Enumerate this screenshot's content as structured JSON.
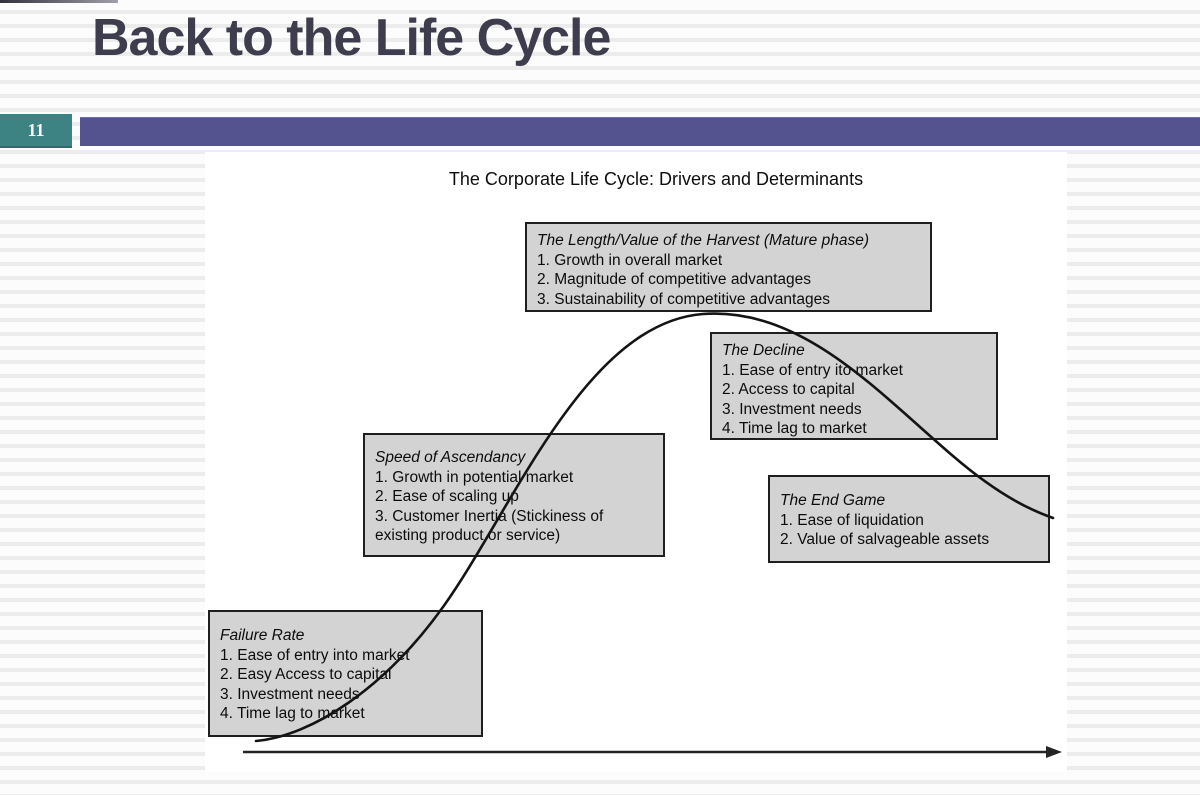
{
  "slide": {
    "title": "Back to the Life Cycle",
    "slide_number": "11"
  },
  "diagram": {
    "title": "The Corporate Life Cycle: Drivers and Determinants",
    "boxes": [
      {
        "title": "The Length/Value of the Harvest (Mature phase)",
        "items": [
          "1. Growth in overall market",
          "2. Magnitude of competitive advantages",
          "3. Sustainability of competitive advantages"
        ]
      },
      {
        "title": "The Decline",
        "items": [
          "1. Ease of entry ito market",
          "2. Access to capital",
          "3. Investment needs",
          "4. Time lag to market"
        ]
      },
      {
        "title": "Speed of Ascendancy",
        "items": [
          "1. Growth in potential market",
          "2. Ease of scaling up",
          "3. Customer Inertia (Stickiness of existing product or service)"
        ]
      },
      {
        "title": "The End Game",
        "items": [
          "1. Ease of liquidation",
          "2. Value of salvageable assets"
        ]
      },
      {
        "title": "Failure Rate",
        "items": [
          "1. Ease of entry into market",
          "2. Easy Access to capital",
          "3. Investment needs",
          "4. Time lag to market"
        ]
      }
    ]
  },
  "colors": {
    "title_text": "#3e3d4e",
    "badge_teal": "#3e8383",
    "accent_purple": "#555290",
    "box_fill": "#d3d3d3",
    "box_border": "#1f1f1f",
    "curve": "#141414"
  }
}
